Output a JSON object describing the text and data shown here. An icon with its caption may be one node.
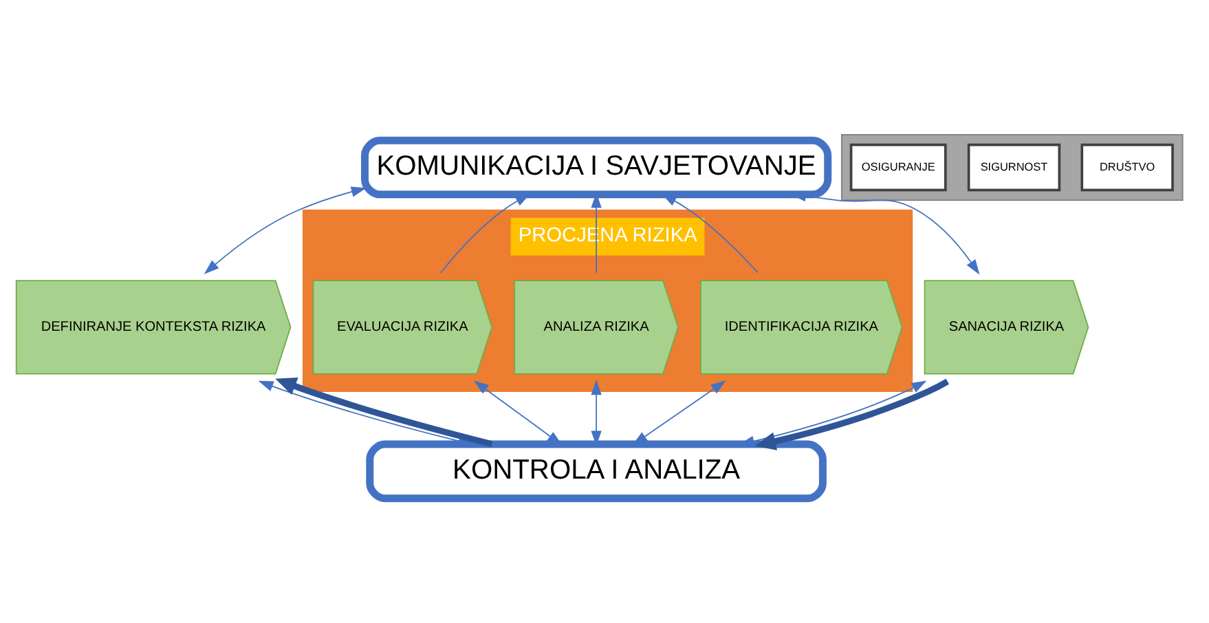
{
  "diagram": {
    "nodes": [
      {
        "text": [
          "KOMUNIKACIJA I SAVJETOVANJE"
        ]
      },
      {
        "text": [
          "PROCJENA RIZIKA"
        ]
      },
      {
        "text": [],
        "shape": "box"
      },
      {
        "text": [
          "DRUŠTVO"
        ],
        "in": 2
      },
      {
        "text": [
          "SIGURNOST"
        ],
        "in": 2
      },
      {
        "text": [
          "OSIGURANJE"
        ],
        "in": 2
      },
      {
        "text": [
          "DEFINIRANJE KONTEKSTA RIZIKA"
        ]
      },
      {
        "text": [
          "IDENTIFIKACIJA RIZIKA"
        ],
        "in": 1
      },
      {
        "text": [
          "ANALIZA RIZIKA"
        ],
        "in": 1
      },
      {
        "text": [
          "EVALUACIJA RIZIKA"
        ],
        "in": 1
      },
      {
        "text": [
          "SANACIJA RIZIKA"
        ]
      },
      {
        "text": [
          "KONTROLA I ANALIZA"
        ]
      }
    ],
    "edges": [
      {
        "from": 6,
        "to": 0,
        "arrow": "both"
      },
      {
        "from": 7,
        "to": 0,
        "arrow": "to"
      },
      {
        "from": 8,
        "to": 0,
        "arrow": "to"
      },
      {
        "from": 9,
        "to": 0,
        "arrow": "to"
      },
      {
        "from": 10,
        "to": 0,
        "arrow": "both"
      },
      {
        "from": 6,
        "to": 11,
        "arrow": "both"
      },
      {
        "from": 7,
        "to": 11,
        "arrow": "both"
      },
      {
        "from": 8,
        "to": 11,
        "arrow": "both"
      },
      {
        "from": 9,
        "to": 11,
        "arrow": "both"
      },
      {
        "from": 10,
        "to": 11,
        "arrow": "both"
      },
      {
        "from": 11,
        "to": 6,
        "arrow": "to",
        "style": "thick",
        "color": "#2f5597"
      },
      {
        "from": 10,
        "to": 11,
        "arrow": "to",
        "style": "thick",
        "color": "#2f5597"
      }
    ]
  }
}
